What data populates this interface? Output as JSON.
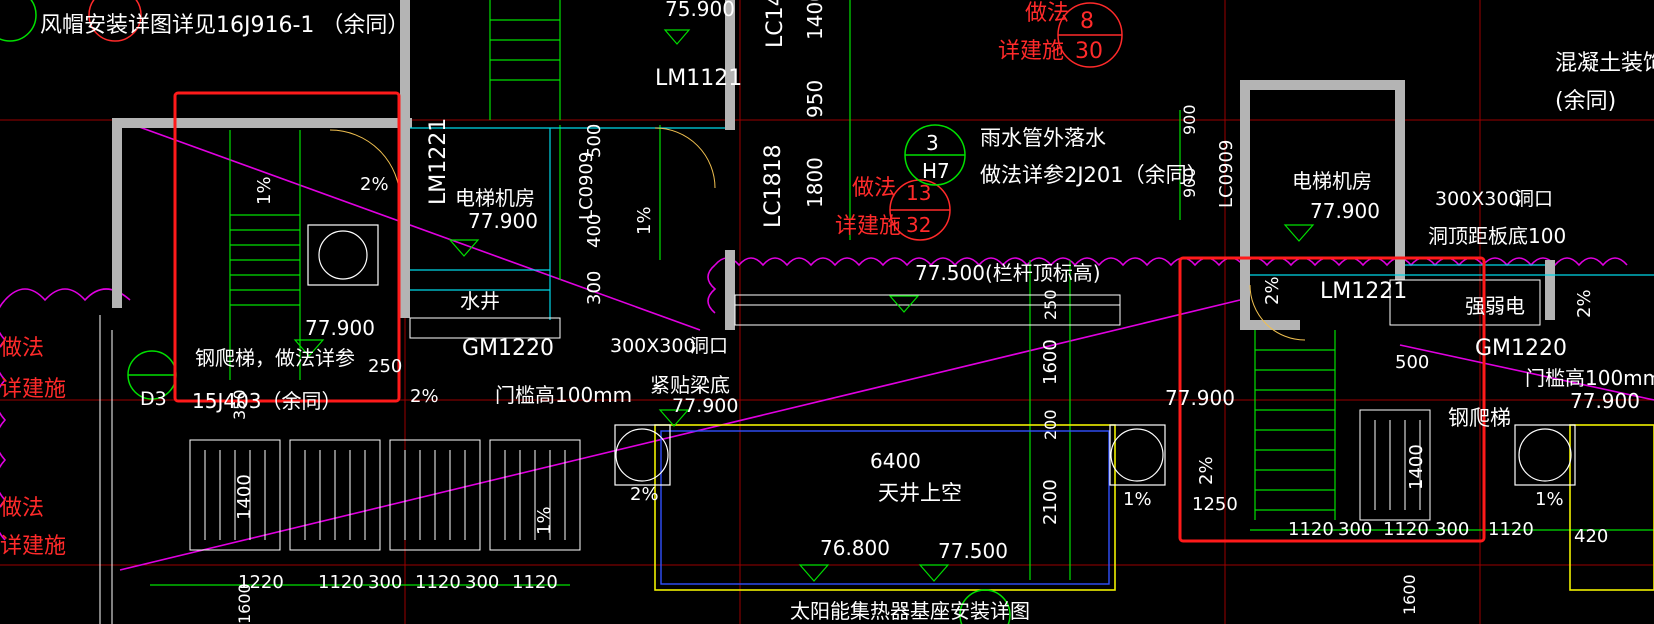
{
  "labels": {
    "hood": "风帽安装详图详见16J916-1 （余同）",
    "ladder_note": "钢爬梯，做法详参",
    "ladder_ref": "15J403（余同）",
    "d3": "D3",
    "elev_779_left": "77.900",
    "elev_7590": "75.900",
    "room_left": "电梯机房",
    "room_left_elev": "77.900",
    "room_right": "电梯机房",
    "room_right_elev": "77.900",
    "water_well": "水井",
    "gm_left": "GM1220",
    "gm_right": "GM1220",
    "lm_left": "LM1121",
    "lm_vert": "LM1221",
    "lm_right": "LM1221",
    "lc_top": "LC14",
    "lc_left": "LC0909",
    "lc_right": "LC0909",
    "lc1818": "LC1818",
    "threshold_left": "门槛高100mm",
    "threshold_right": "门槛高100mm",
    "hole_left_size": "300X300",
    "hole_left": "洞口",
    "hole_right_size": "300X300",
    "hole_right": "洞口",
    "hole_top": "洞顶距板底100",
    "beam": "紧贴梁底",
    "beam_elev": "77.900",
    "rain_title": "雨水管外落水",
    "rain_ref": "做法详参2J201（余同）",
    "circle3": "3",
    "h7": "H7",
    "zf": "做法",
    "xjs": "详建施",
    "c8": "8",
    "c30": "30",
    "c13": "13",
    "c32": "32",
    "parapet_elev": "77.500",
    "parapet_note": "(栏杆顶标高)",
    "concrete": "混凝土装饰构",
    "yutong": "(余同)",
    "skylight": "天井上空",
    "d6400": "6400",
    "e768": "76.800",
    "e775": "77.500",
    "e779_mid": "77.900",
    "e779_r": "77.900",
    "solar": "太阳能集热器基座安装详图",
    "strong": "强弱电",
    "ladder_right": "钢爬梯",
    "p1": "1%",
    "p2": "2%",
    "n1400": "1400",
    "n950": "950",
    "n1800": "1800",
    "n500": "500",
    "n400": "400",
    "n300": "300",
    "n250": "250",
    "n1600": "1600",
    "n2100": "2100",
    "n900": "900",
    "n1250": "1250",
    "n1120": "1120",
    "n1220": "1220",
    "n420": "420",
    "n200": "200",
    "n350": "350"
  },
  "colors": {
    "wall": "#b4b4b4",
    "red": "#ff2a2a",
    "green": "#00e000",
    "white": "#ffffff",
    "yellow": "#f0f000",
    "cyan": "#00d8e8",
    "magenta": "#e000e0",
    "highlight": "#ff1a1a",
    "grid": "#b00000"
  }
}
